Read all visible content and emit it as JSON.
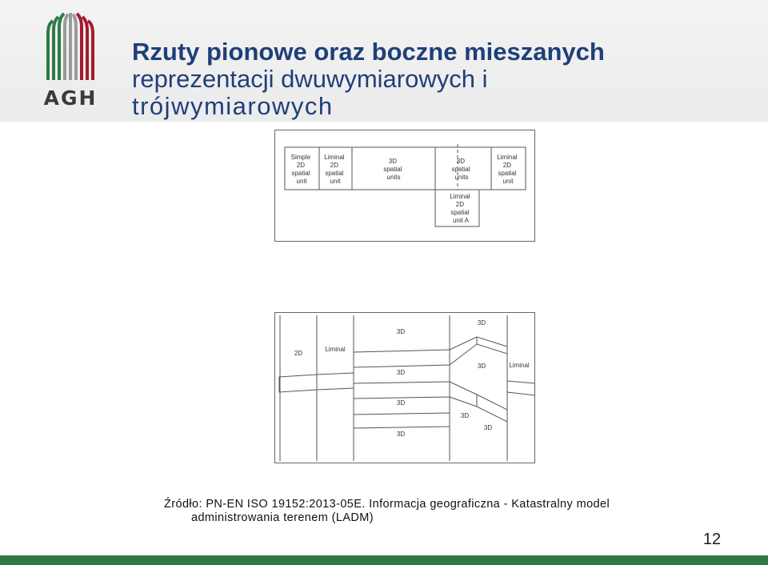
{
  "logo": {
    "text": "AGH",
    "colors": {
      "green": "#2d7a48",
      "grey": "#9a9a9a",
      "red": "#a6192e"
    }
  },
  "title": {
    "line1": "Rzuty pionowe oraz boczne mieszanych",
    "line2": "reprezentacji dwuwymiarowych i",
    "line3": "trójwymiarowych"
  },
  "diagram_top": {
    "labels": {
      "simple": [
        "Simple",
        "2D",
        "spatial",
        "unit"
      ],
      "liminal_a": [
        "Liminal",
        "2D",
        "spatial",
        "unit"
      ],
      "units3d_a": [
        "3D",
        "spatial",
        "units"
      ],
      "units3d_b": [
        "3D",
        "spatial",
        "units"
      ],
      "liminal_b": [
        "Liminal",
        "2D",
        "spatial",
        "unit"
      ],
      "liminal_unit_a": [
        "Liminal",
        "2D",
        "spatial",
        "unit A"
      ]
    }
  },
  "diagram_bottom": {
    "labels": {
      "d2": "2D",
      "liminal_left": "Liminal",
      "d3_top": "3D",
      "d3_top_right": "3D",
      "d3_mid": "3D",
      "d3_mid_right": "3D",
      "liminal_right": "Liminal",
      "d3_low": "3D",
      "d3_low_right1": "3D",
      "d3_low_right2": "3D",
      "d3_bottom": "3D"
    }
  },
  "source": {
    "line1": "Źródło: PN-EN ISO 19152:2013-05E. Informacja geograficzna - Katastralny model",
    "line2": "administrowania terenem (LADM)"
  },
  "page_number": "12",
  "colors": {
    "title": "#1f3f7a",
    "footer": "#2d7a48",
    "header_bg": "#eeeeee"
  }
}
